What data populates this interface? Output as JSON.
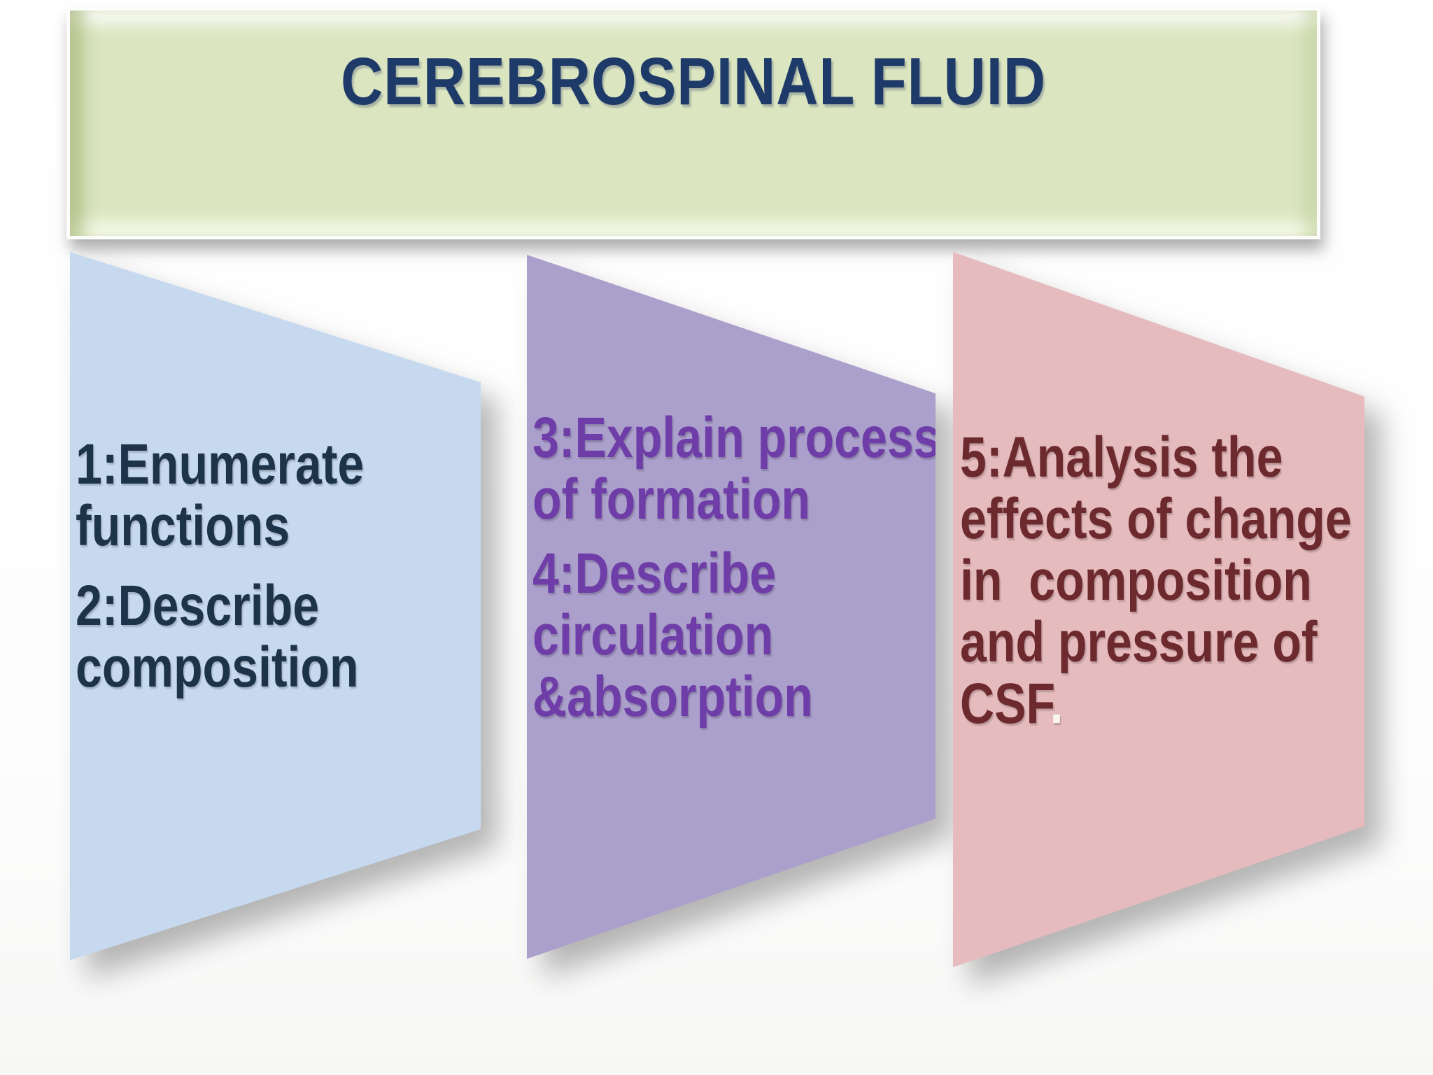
{
  "title": {
    "text": "CEREBROSPINAL FLUID",
    "text_color": "#1e3a68",
    "bar_fill": "#dbe6c1"
  },
  "panels": [
    {
      "id": "objectives-1-2",
      "fill": "#c7d9ef",
      "text_color": "#1d3349",
      "items": [
        {
          "lines": [
            "1:Enumerate",
            "functions"
          ]
        },
        {
          "lines": [
            "2:Describe",
            "composition"
          ]
        }
      ]
    },
    {
      "id": "objectives-3-4",
      "fill": "#ab9fcc",
      "text_color": "#6f3da8",
      "items": [
        {
          "lines": [
            "3:Explain process",
            "of formation"
          ]
        },
        {
          "lines": [
            "4:Describe",
            "circulation",
            "&absorption"
          ]
        }
      ]
    },
    {
      "id": "objective-5",
      "fill": "#e6bbbe",
      "text_color": "#6d2a2e",
      "items": [
        {
          "lines": [
            "5:Analysis the",
            "effects of change",
            "in  composition",
            "and pressure of"
          ]
        },
        {
          "csf": "CSF",
          "period": ".",
          "period_color": "#faf6ef"
        }
      ]
    }
  ]
}
